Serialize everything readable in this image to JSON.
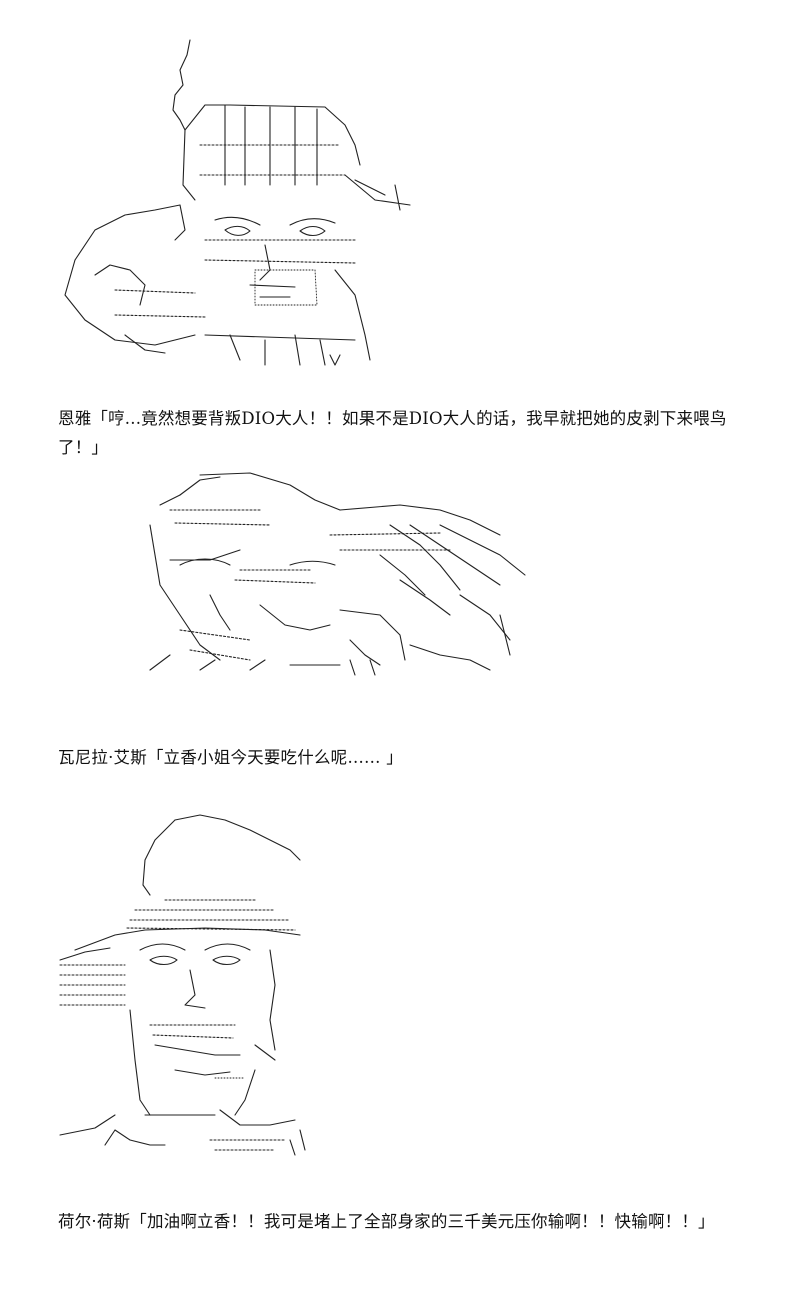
{
  "panels": [
    {
      "art_icon": "ascii-art-enya",
      "text": "恩雅「哼...竟然想要背叛DIO大人！！如果不是DIO大人的话，我早就把她的皮剥下来喂鸟了！」"
    },
    {
      "art_icon": "ascii-art-vanilla-ice",
      "text": "瓦尼拉·艾斯「立香小姐今天要吃什么呢…… 」"
    },
    {
      "art_icon": "ascii-art-hol-horse",
      "text": "荷尔·荷斯「加油啊立香！！我可是堵上了全部身家的三千美元压你输啊！！快输啊！！」"
    }
  ]
}
